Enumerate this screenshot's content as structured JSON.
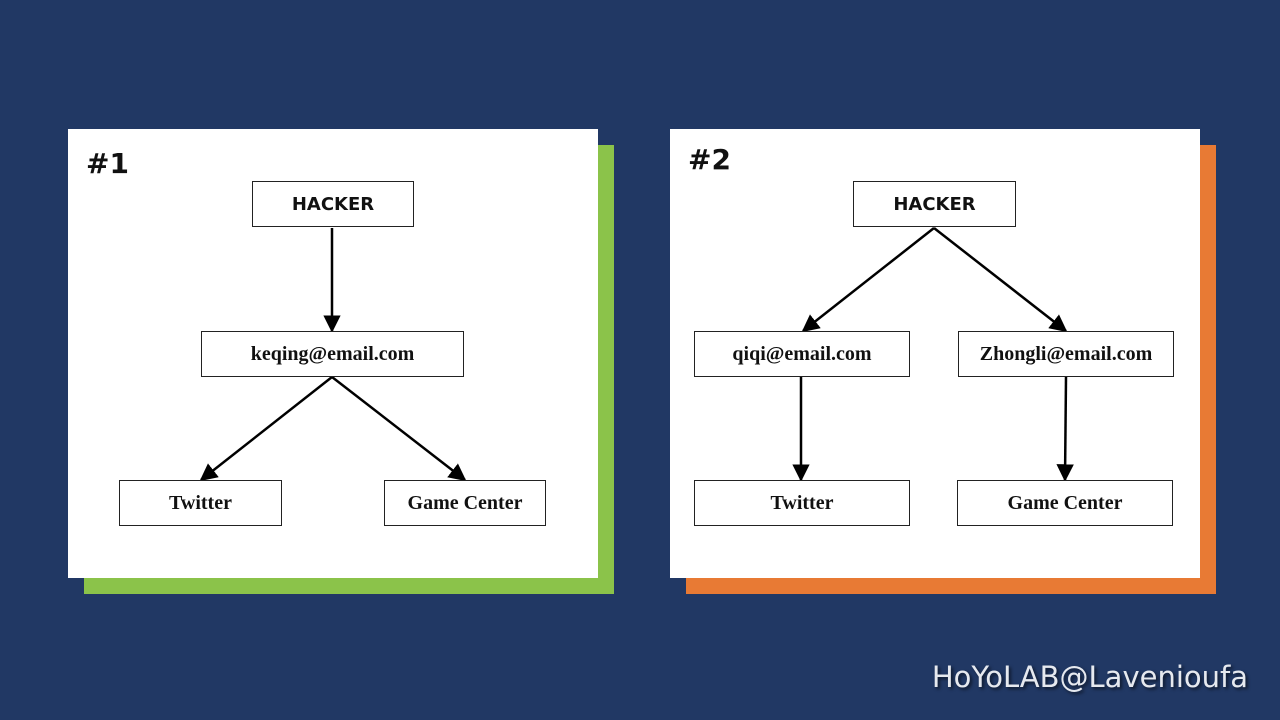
{
  "colors": {
    "background": "#213864",
    "card": "#ffffff",
    "shadow_left": "#8bc34a",
    "shadow_right": "#e87a34"
  },
  "diagram1": {
    "label": "#1",
    "root": "HACKER",
    "email": "keqing@email.com",
    "child_left": "Twitter",
    "child_right": "Game Center"
  },
  "diagram2": {
    "label": "#2",
    "root": "HACKER",
    "email_left": "qiqi@email.com",
    "email_right": "Zhongli@email.com",
    "child_left": "Twitter",
    "child_right": "Game Center"
  },
  "watermark": "HoYoLAB@Lavenioufa"
}
